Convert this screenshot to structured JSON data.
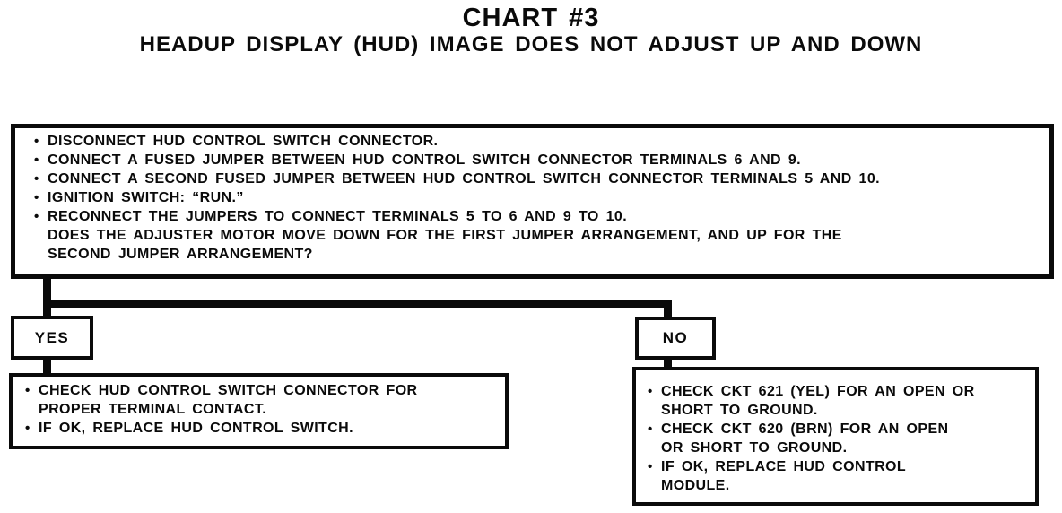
{
  "colors": {
    "ink": "#0a0a0a",
    "paper": "#ffffff"
  },
  "header": {
    "title": "CHART #3",
    "subtitle": "HEADUP DISPLAY (HUD) IMAGE DOES NOT ADJUST UP AND DOWN"
  },
  "procedure_box": {
    "bullets": [
      "DISCONNECT HUD CONTROL SWITCH CONNECTOR.",
      "CONNECT A FUSED JUMPER BETWEEN HUD CONTROL SWITCH CONNECTOR TERMINALS 6 AND 9.",
      "CONNECT A SECOND FUSED JUMPER BETWEEN HUD CONTROL SWITCH CONNECTOR TERMINALS 5 AND 10.",
      "IGNITION SWITCH: “RUN.”",
      "RECONNECT THE JUMPERS TO CONNECT TERMINALS 5 TO 6 AND 9 TO 10."
    ],
    "question_lines": [
      "DOES THE ADJUSTER MOTOR MOVE DOWN FOR THE FIRST JUMPER ARRANGEMENT, AND UP FOR THE",
      "SECOND JUMPER ARRANGEMENT?"
    ]
  },
  "yes_branch": {
    "label": "YES",
    "result_bullets": [
      [
        "CHECK HUD CONTROL SWITCH CONNECTOR FOR",
        "PROPER TERMINAL CONTACT."
      ],
      [
        "IF OK, REPLACE HUD CONTROL SWITCH."
      ]
    ]
  },
  "no_branch": {
    "label": "NO",
    "result_bullets": [
      [
        "CHECK CKT 621 (YEL) FOR AN OPEN OR",
        "SHORT TO GROUND."
      ],
      [
        "CHECK CKT 620 (BRN) FOR AN OPEN",
        "OR SHORT TO GROUND."
      ],
      [
        "IF OK, REPLACE HUD CONTROL",
        "MODULE."
      ]
    ]
  }
}
